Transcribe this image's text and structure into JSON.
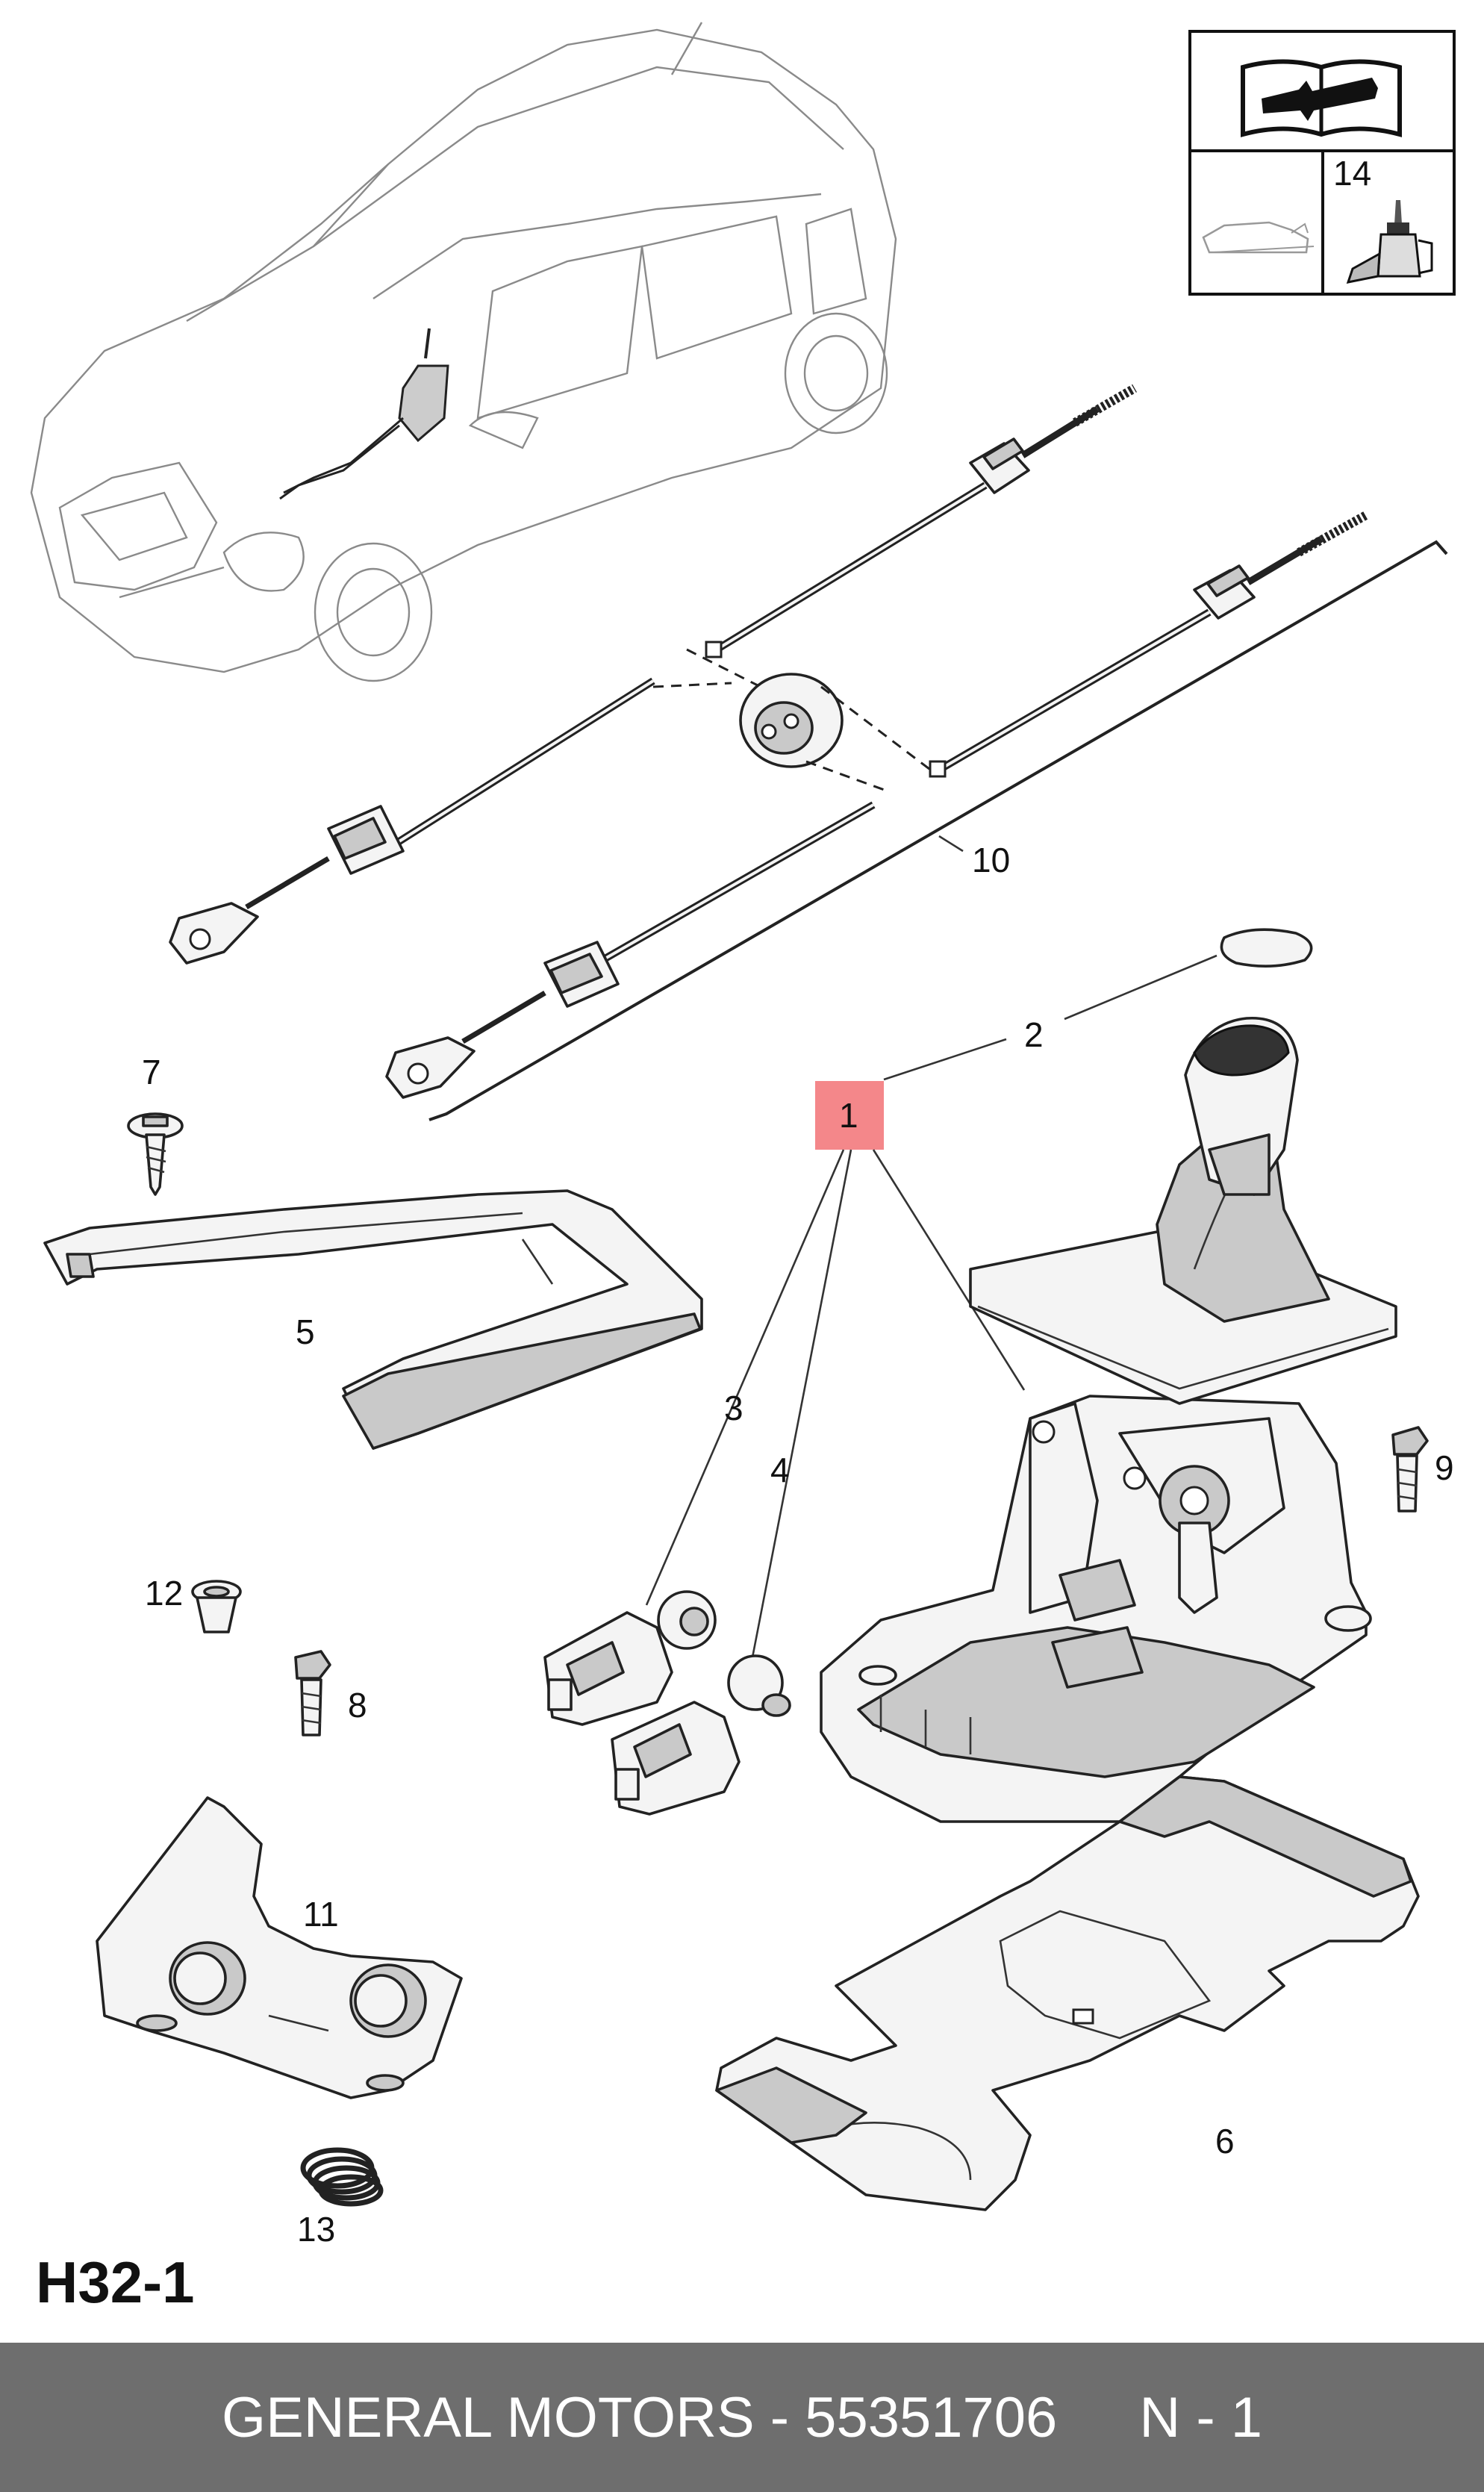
{
  "diagram": {
    "code": "H32-1",
    "callouts": {
      "c1": "1",
      "c2": "2",
      "c3": "3",
      "c4": "4",
      "c5": "5",
      "c6": "6",
      "c7": "7",
      "c8": "8",
      "c9": "9",
      "c10": "10",
      "c11": "11",
      "c12": "12",
      "c13": "13",
      "c14": "14"
    },
    "highlight_color": "#f4878a",
    "legend_icons": [
      "manual-wrench-icon",
      "vehicle-outline-icon",
      "sealant-tube-icon"
    ]
  },
  "footer": {
    "brand_part": "GENERAL MOTORS - 55351706",
    "quantity": "N - 1",
    "background_color": "#6e6e6e"
  }
}
